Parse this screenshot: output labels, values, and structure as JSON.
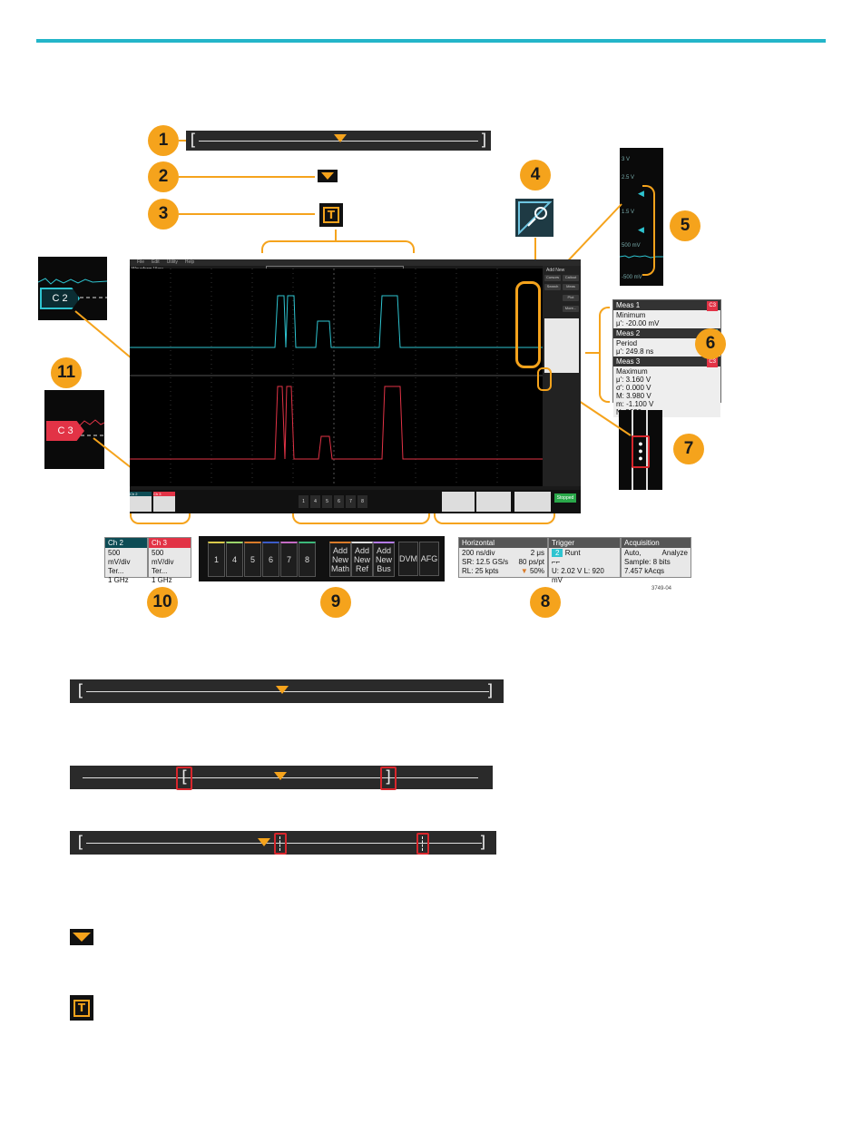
{
  "callouts": [
    "1",
    "2",
    "3",
    "4",
    "5",
    "6",
    "7",
    "8",
    "9",
    "10",
    "11"
  ],
  "figure_id": "3749-04",
  "scope": {
    "menu": [
      "File",
      "Edit",
      "Utility",
      "Help"
    ],
    "waveform_view_label": "Waveform View",
    "add_new_label": "Add New",
    "side_buttons": [
      "Cursors",
      "Callout",
      "Search",
      "Meas",
      "Plot",
      "More..."
    ],
    "tab_ch2": "Ch 2",
    "tab_ch3": "Ch 3",
    "ref_buttons": [
      "1",
      "4",
      "5",
      "6",
      "7",
      "8"
    ],
    "stopped_label": "Stopped"
  },
  "scale_inset": {
    "labels": [
      "3 V",
      "2.5 V",
      "1.5 V",
      "500 mV",
      "-500 mV"
    ]
  },
  "ch2_badge": "C 2",
  "ch3_badge": "C 3",
  "meas": [
    {
      "title": "Meas 1",
      "lines": [
        "Minimum",
        "μ': -20.00 mV"
      ]
    },
    {
      "title": "Meas 2",
      "lines": [
        "Period",
        "μ': 249.8 ns"
      ]
    },
    {
      "title": "Meas 3",
      "lines": [
        "Maximum",
        "μ': 3.160 V",
        "σ': 0.000 V",
        "M: 3.980 V",
        "m: -1.100 V",
        "N: 2630"
      ]
    }
  ],
  "meas_badges": {
    "meas1": "C3",
    "meas2": "C2",
    "meas3": "C3"
  },
  "channel_panels": {
    "ch2": {
      "header": "Ch 2",
      "line1": "500 mV/div",
      "line2": "Ter...",
      "line3": "1 GHz"
    },
    "ch3": {
      "header": "Ch 3",
      "line1": "500 mV/div",
      "line2": "Ter...",
      "line3": "1 GHz"
    }
  },
  "buttons_bar": {
    "numbers": [
      "1",
      "4",
      "5",
      "6",
      "7",
      "8"
    ],
    "add_math": "Add New Math",
    "add_ref": "Add New Ref",
    "add_bus": "Add New Bus",
    "dvm": "DVM",
    "afg": "AFG"
  },
  "horizontal": {
    "header": "Horizontal",
    "rows": [
      [
        "200 ns/div",
        "2 μs"
      ],
      [
        "SR: 12.5 GS/s",
        "80 ps/pt"
      ],
      [
        "RL: 25 kpts",
        "50%"
      ]
    ]
  },
  "trigger": {
    "header": "Trigger",
    "source": "2",
    "type": "Runt",
    "row2": "U: 2.02 V  L: 920 mV"
  },
  "acquisition": {
    "header": "Acquisition",
    "rows": [
      [
        "Auto,",
        "Analyze"
      ],
      [
        "Sample: 8 bits",
        ""
      ],
      [
        "7.457 kAcqs",
        ""
      ]
    ]
  },
  "trigger_t": "T",
  "colors": {
    "accent": "#f5a31c",
    "ch2": "#2ec4d0",
    "ch3": "#e23346",
    "topbar": "#23b5c9"
  }
}
